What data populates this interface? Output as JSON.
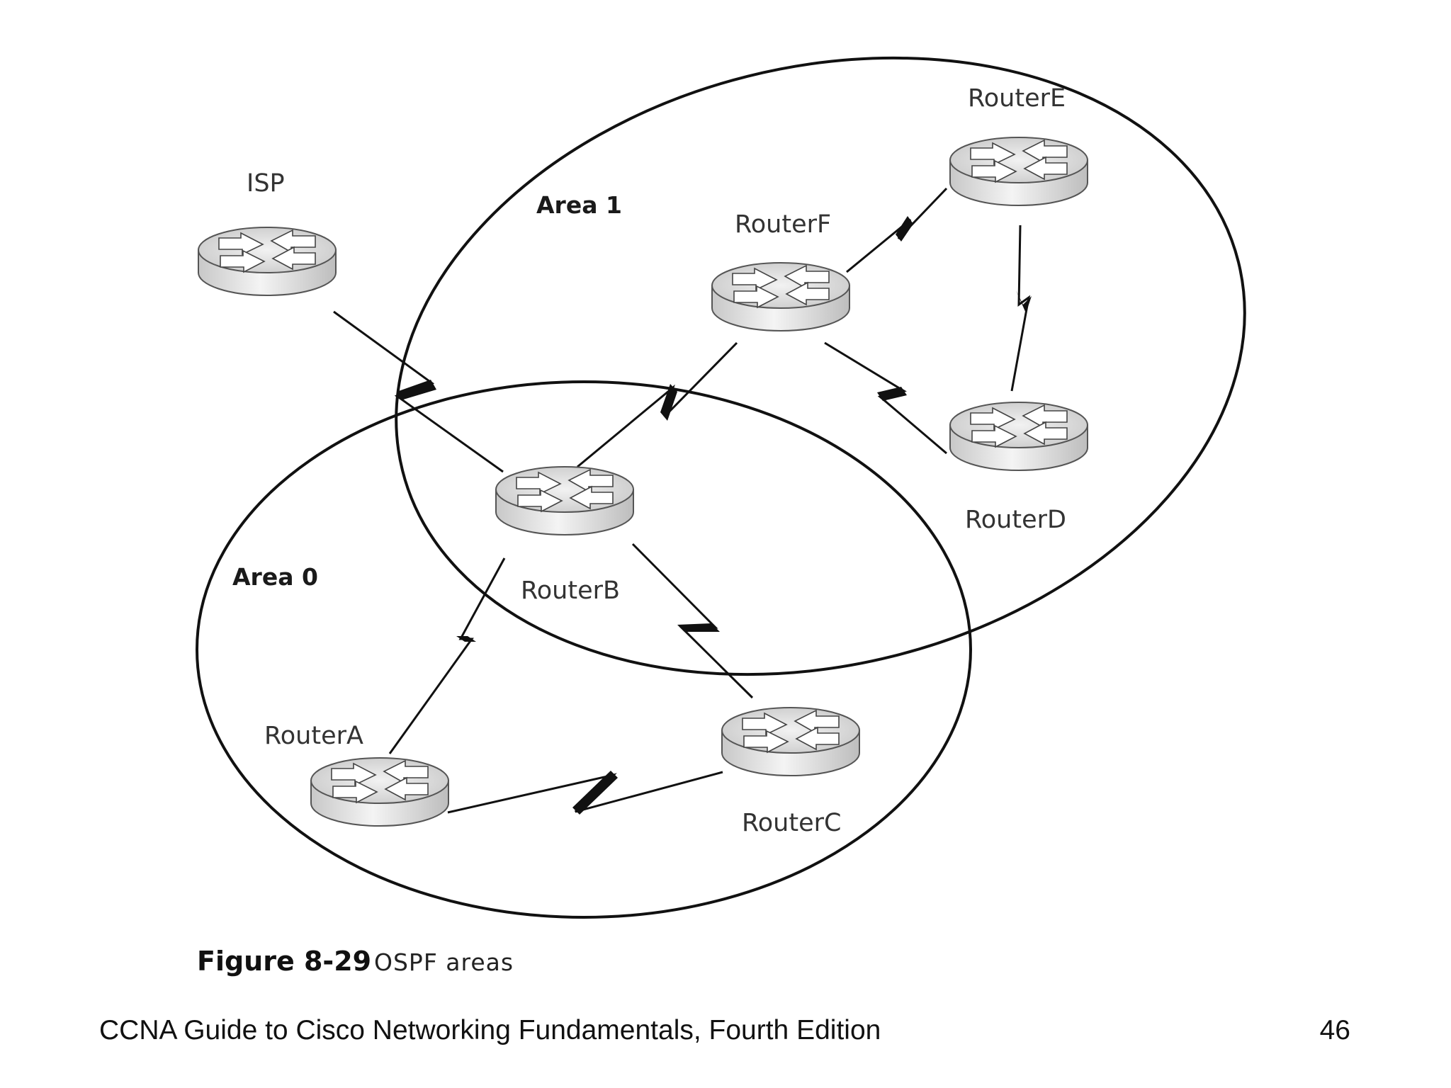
{
  "areas": {
    "area0": "Area 0",
    "area1": "Area 1"
  },
  "routers": {
    "isp": "ISP",
    "routerA": "RouterA",
    "routerB": "RouterB",
    "routerC": "RouterC",
    "routerD": "RouterD",
    "routerE": "RouterE",
    "routerF": "RouterF"
  },
  "caption": {
    "figure_number": "Figure 8-29",
    "title": "OSPF areas"
  },
  "footer": {
    "book_title": "CCNA Guide to Cisco Networking Fundamentals, Fourth Edition",
    "page_number": "46"
  }
}
